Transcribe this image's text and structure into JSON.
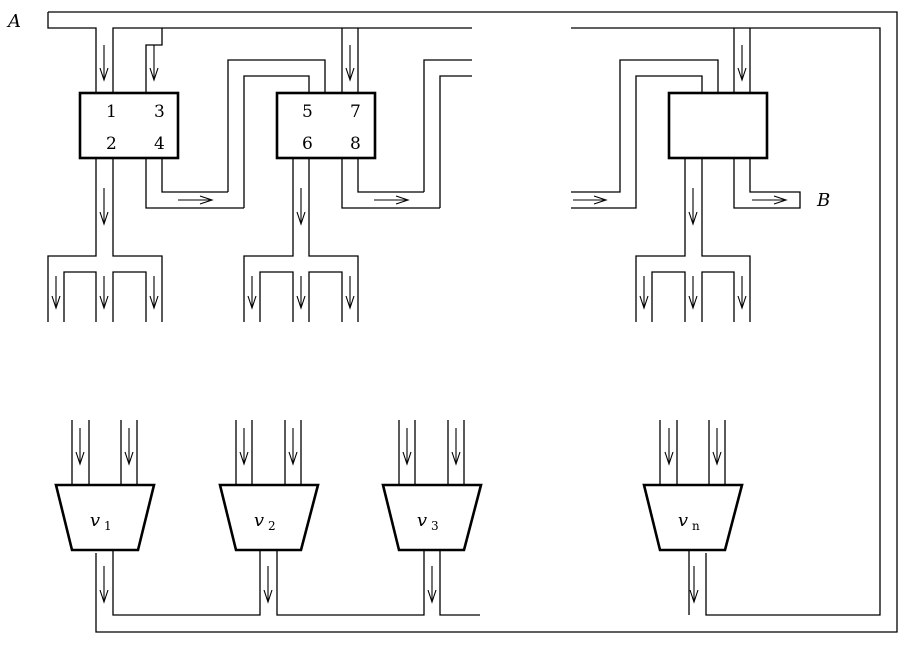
{
  "labels": {
    "input": "A",
    "output": "B"
  },
  "switches": [
    {
      "ports": [
        "1",
        "3",
        "2",
        "4"
      ]
    },
    {
      "ports": [
        "5",
        "7",
        "6",
        "8"
      ]
    },
    {
      "ports": [
        "",
        "",
        "",
        ""
      ]
    }
  ],
  "valves": [
    {
      "symbol": "v",
      "sub": "1"
    },
    {
      "symbol": "v",
      "sub": "2"
    },
    {
      "symbol": "v",
      "sub": "3"
    },
    {
      "symbol": "v",
      "sub": "n"
    }
  ]
}
